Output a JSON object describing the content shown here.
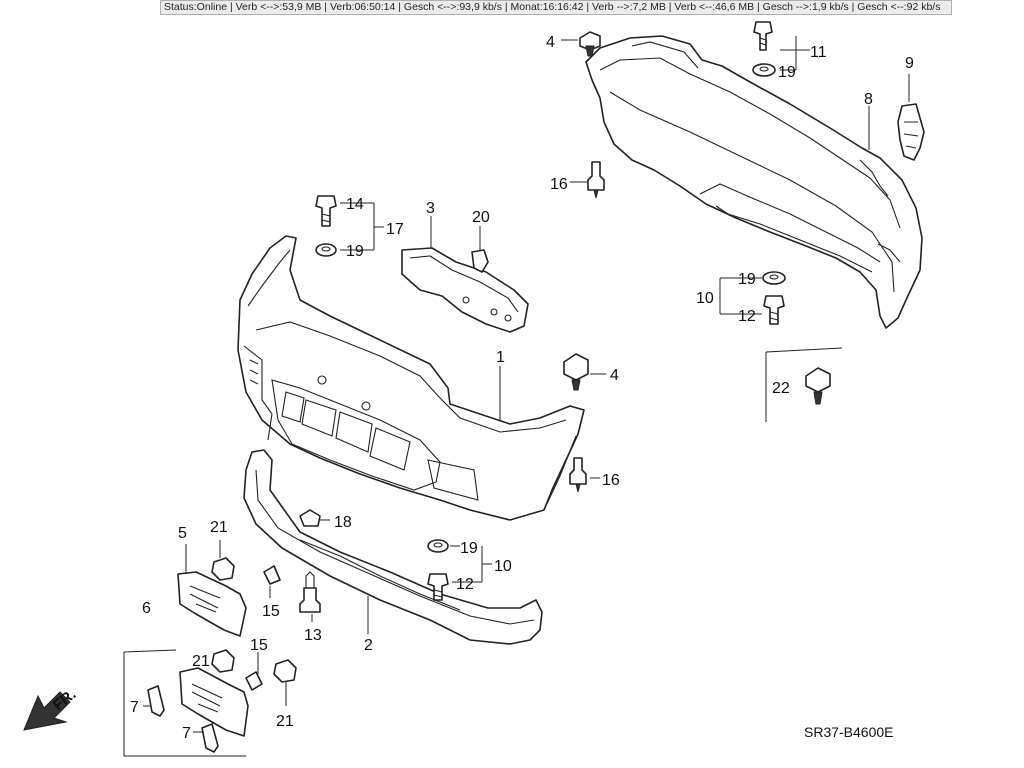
{
  "status_bar": {
    "text": "Status:Online | Verb <-->:53,9 MB | Verb:06:50:14 | Gesch <-->:93,9 kb/s | Monat:16:16:42 | Verb -->:7,2 MB | Verb <--:46,6 MB | Gesch -->:1,9 kb/s | Gesch <--:92 kb/s"
  },
  "diagram": {
    "code": "SR37-B4600E",
    "direction_marker": "FR.",
    "part_labels": {
      "p1": "1",
      "p2": "2",
      "p3": "3",
      "p4a": "4",
      "p4b": "4",
      "p5": "5",
      "p6": "6",
      "p7a": "7",
      "p7b": "7",
      "p8": "8",
      "p9": "9",
      "p10a": "10",
      "p10b": "10",
      "p11": "11",
      "p12a": "12",
      "p12b": "12",
      "p13": "13",
      "p14": "14",
      "p15a": "15",
      "p15b": "15",
      "p16a": "16",
      "p16b": "16",
      "p17": "17",
      "p18": "18",
      "p19a": "19",
      "p19b": "19",
      "p19c": "19",
      "p19d": "19",
      "p20": "20",
      "p21a": "21",
      "p21b": "21",
      "p21c": "21",
      "p22": "22"
    }
  }
}
